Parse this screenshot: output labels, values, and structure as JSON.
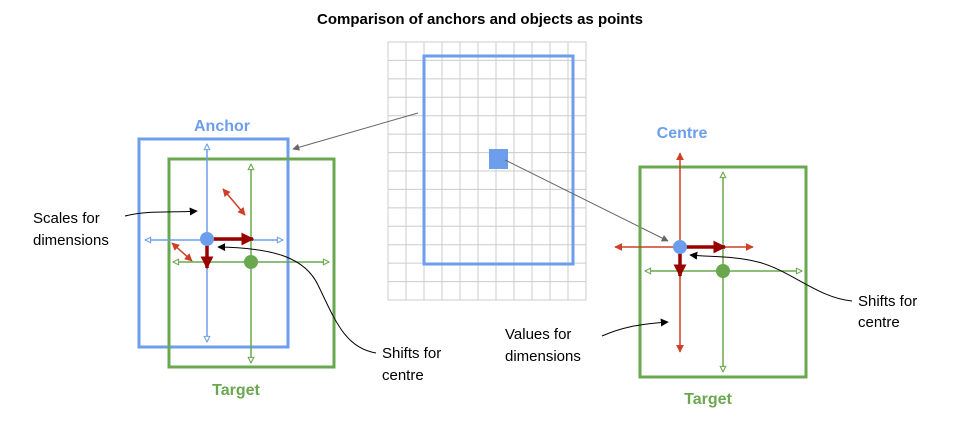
{
  "title": "Comparison of anchors and objects as points",
  "left_panel": {
    "anchor_label": "Anchor",
    "target_label": "Target",
    "scales_label_line1": "Scales for",
    "scales_label_line2": "dimensions",
    "shifts_label_line1": "Shifts for",
    "shifts_label_line2": "centre"
  },
  "right_panel": {
    "centre_label": "Centre",
    "target_label": "Target",
    "values_label_line1": "Values for",
    "values_label_line2": "dimensions",
    "shifts_label_line1": "Shifts for",
    "shifts_label_line2": "centre"
  },
  "colors": {
    "anchor_blue": "#6d9eeb",
    "target_green": "#6aa84f",
    "arrow_red": "#cc4125",
    "shift_darkred": "#990000",
    "grid": "#cccccc",
    "connector": "#666666"
  }
}
